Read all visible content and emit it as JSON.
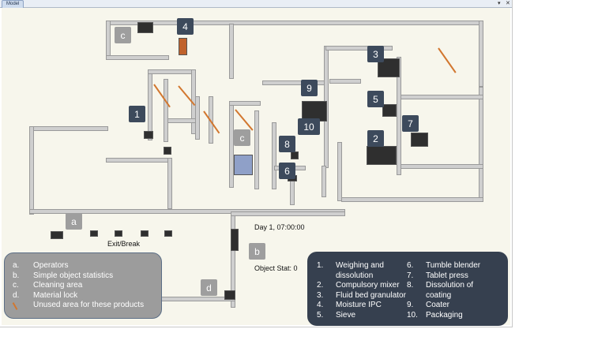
{
  "window": {
    "tab_label": "Model",
    "controls": [
      "▾",
      "✕"
    ]
  },
  "canvas": {
    "clock": "Day 1, 07:00:00",
    "object_stat": "Object Stat: 0",
    "exit_label": "Exit/Break",
    "area_tags": [
      "1",
      "2",
      "3",
      "4",
      "5",
      "6",
      "7",
      "8",
      "9",
      "10"
    ],
    "letter_tags": [
      "a",
      "b",
      "c",
      "c",
      "d"
    ]
  },
  "legend_left": [
    {
      "key": "a.",
      "label": "Operators"
    },
    {
      "key": "b.",
      "label": "Simple object statistics"
    },
    {
      "key": "c.",
      "label": "Cleaning area"
    },
    {
      "key": "d.",
      "label": "Material lock"
    },
    {
      "key": "",
      "label": "Unused area for these products"
    }
  ],
  "legend_right": {
    "col1": [
      {
        "n": "1.",
        "label": "Weighing and\ndissolution"
      },
      {
        "n": "2.",
        "label": "Compulsory mixer"
      },
      {
        "n": "3.",
        "label": "Fluid bed granulator"
      },
      {
        "n": "4.",
        "label": "Moisture IPC"
      },
      {
        "n": "5.",
        "label": "Sieve"
      }
    ],
    "col2": [
      {
        "n": "6.",
        "label": "Tumble blender"
      },
      {
        "n": "7.",
        "label": "Tablet press"
      },
      {
        "n": "8.",
        "label": "Dissolution of\ncoating"
      },
      {
        "n": "9.",
        "label": "Coater"
      },
      {
        "n": "10.",
        "label": "Packaging"
      }
    ]
  },
  "colors": {
    "tag": "#3d4a5c",
    "legend_dark": "#36404f",
    "legend_grey": "#9c9c9c",
    "unused_line": "#d2772f"
  }
}
